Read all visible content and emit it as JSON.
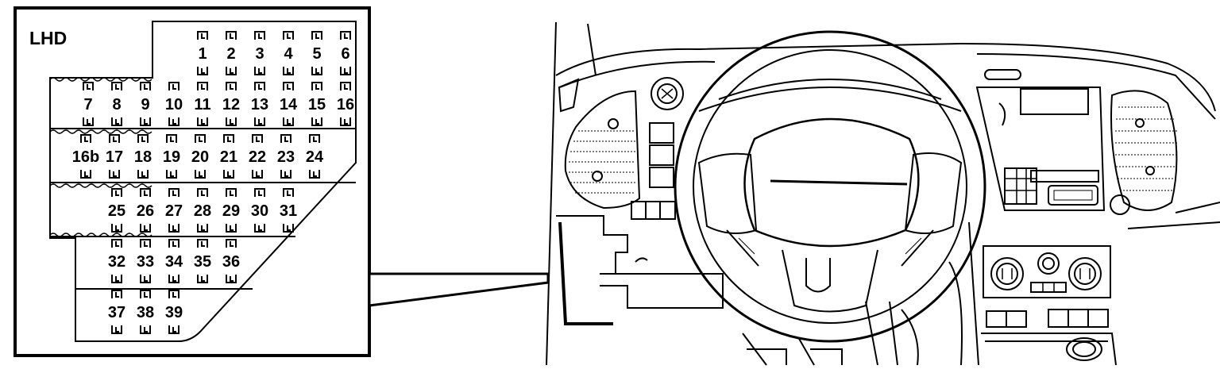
{
  "panel": {
    "label": "LHD"
  },
  "fuses": {
    "row1": [
      "1",
      "2",
      "3",
      "4",
      "5",
      "6"
    ],
    "row2": [
      "7",
      "8",
      "9",
      "10",
      "11",
      "12",
      "13",
      "14",
      "15",
      "16"
    ],
    "row3": [
      "16b",
      "17",
      "18",
      "19",
      "20",
      "21",
      "22",
      "23",
      "24"
    ],
    "row4": [
      "25",
      "26",
      "27",
      "28",
      "29",
      "30",
      "31"
    ],
    "row5": [
      "32",
      "33",
      "34",
      "35",
      "36"
    ],
    "row6": [
      "37",
      "38",
      "39"
    ]
  },
  "colors": {
    "ink": "#000000",
    "paper": "#ffffff"
  }
}
